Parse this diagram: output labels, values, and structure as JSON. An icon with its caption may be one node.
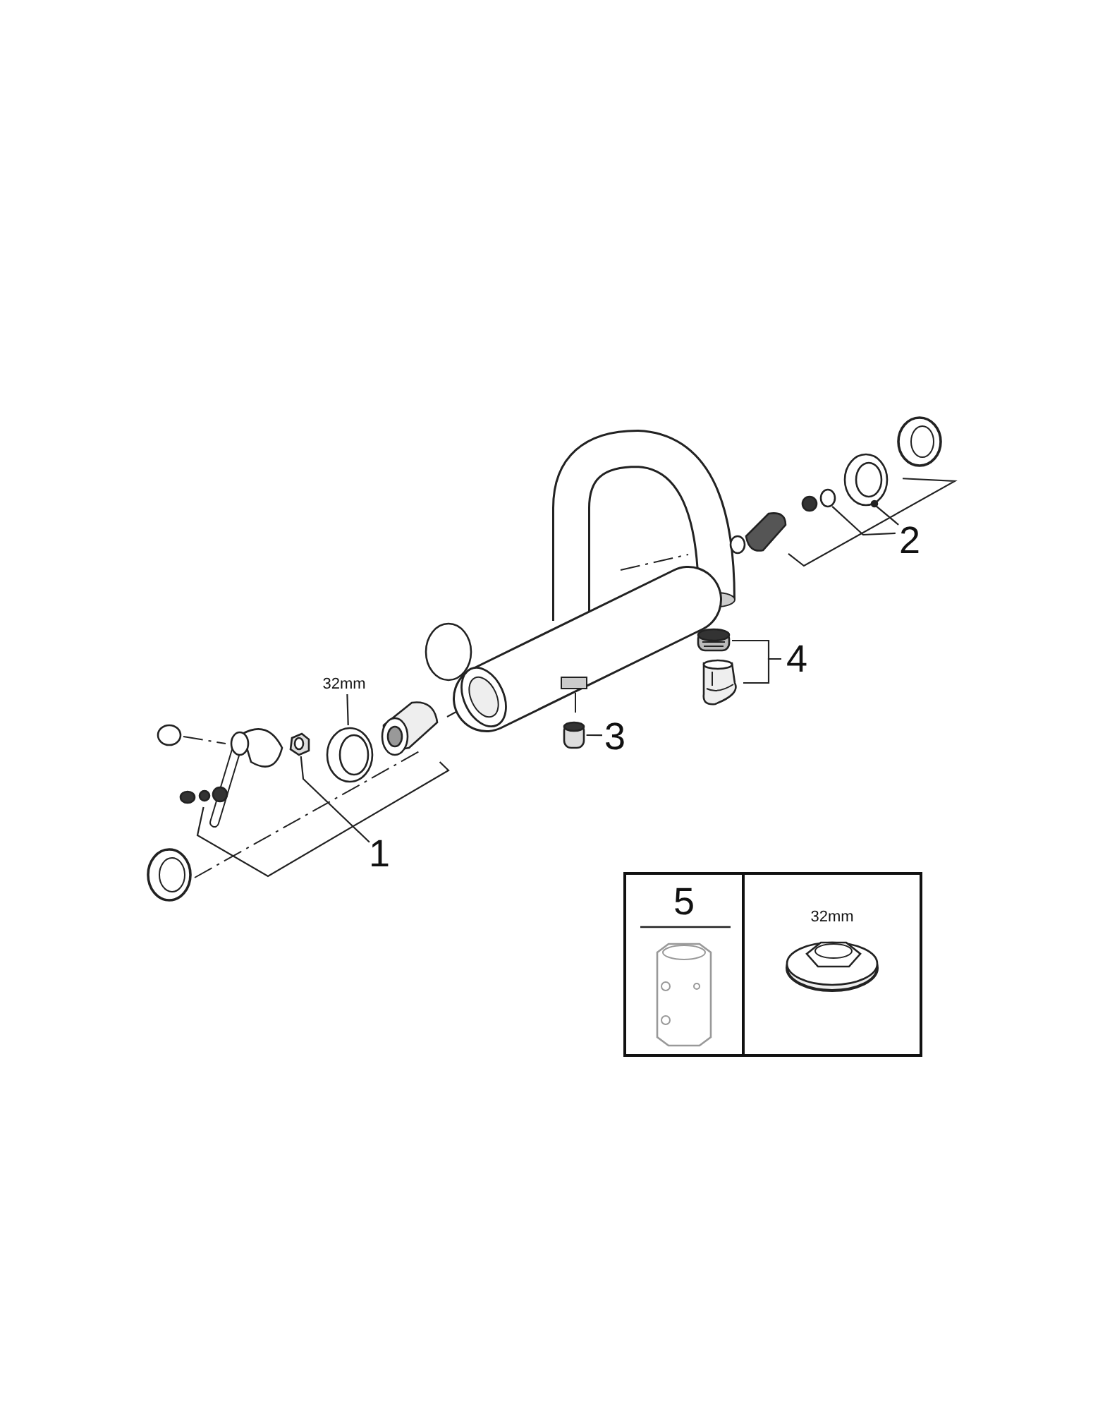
{
  "diagram": {
    "nodes": [
      {
        "text": [
          "32mm"
        ]
      },
      {
        "text": [
          "1"
        ]
      },
      {
        "text": [
          "2"
        ]
      },
      {
        "text": [
          "3"
        ]
      },
      {
        "text": [
          "4"
        ]
      },
      {
        "text": [
          "5"
        ]
      },
      {
        "text": [
          "32mm"
        ]
      },
      {
        "text": [],
        "shape": "picture"
      },
      {
        "text": [],
        "shape": "picture"
      },
      {
        "text": [],
        "shape": "picture"
      },
      {
        "text": [],
        "shape": "picture"
      },
      {
        "text": [],
        "shape": "picture"
      },
      {
        "text": [],
        "shape": "picture"
      },
      {
        "text": [],
        "shape": "picture"
      },
      {
        "text": [],
        "shape": "picture"
      },
      {
        "text": [],
        "shape": "picture"
      },
      {
        "text": [],
        "shape": "picture"
      }
    ],
    "edges": [
      {
        "from": 0,
        "to": 9,
        "arrow": "none"
      },
      {
        "from": 1,
        "to": 8,
        "arrow": "none"
      },
      {
        "from": 10,
        "to": 7,
        "arrow": "none"
      },
      {
        "from": 2,
        "to": 13,
        "arrow": "none"
      },
      {
        "from": 2,
        "to": 12,
        "arrow": "none"
      },
      {
        "from": 11,
        "to": 13,
        "arrow": "none"
      },
      {
        "from": 3,
        "to": 14,
        "arrow": "none"
      },
      {
        "from": 4,
        "to": 15,
        "arrow": "none"
      },
      {
        "from": 4,
        "to": 16,
        "arrow": "none"
      }
    ]
  }
}
